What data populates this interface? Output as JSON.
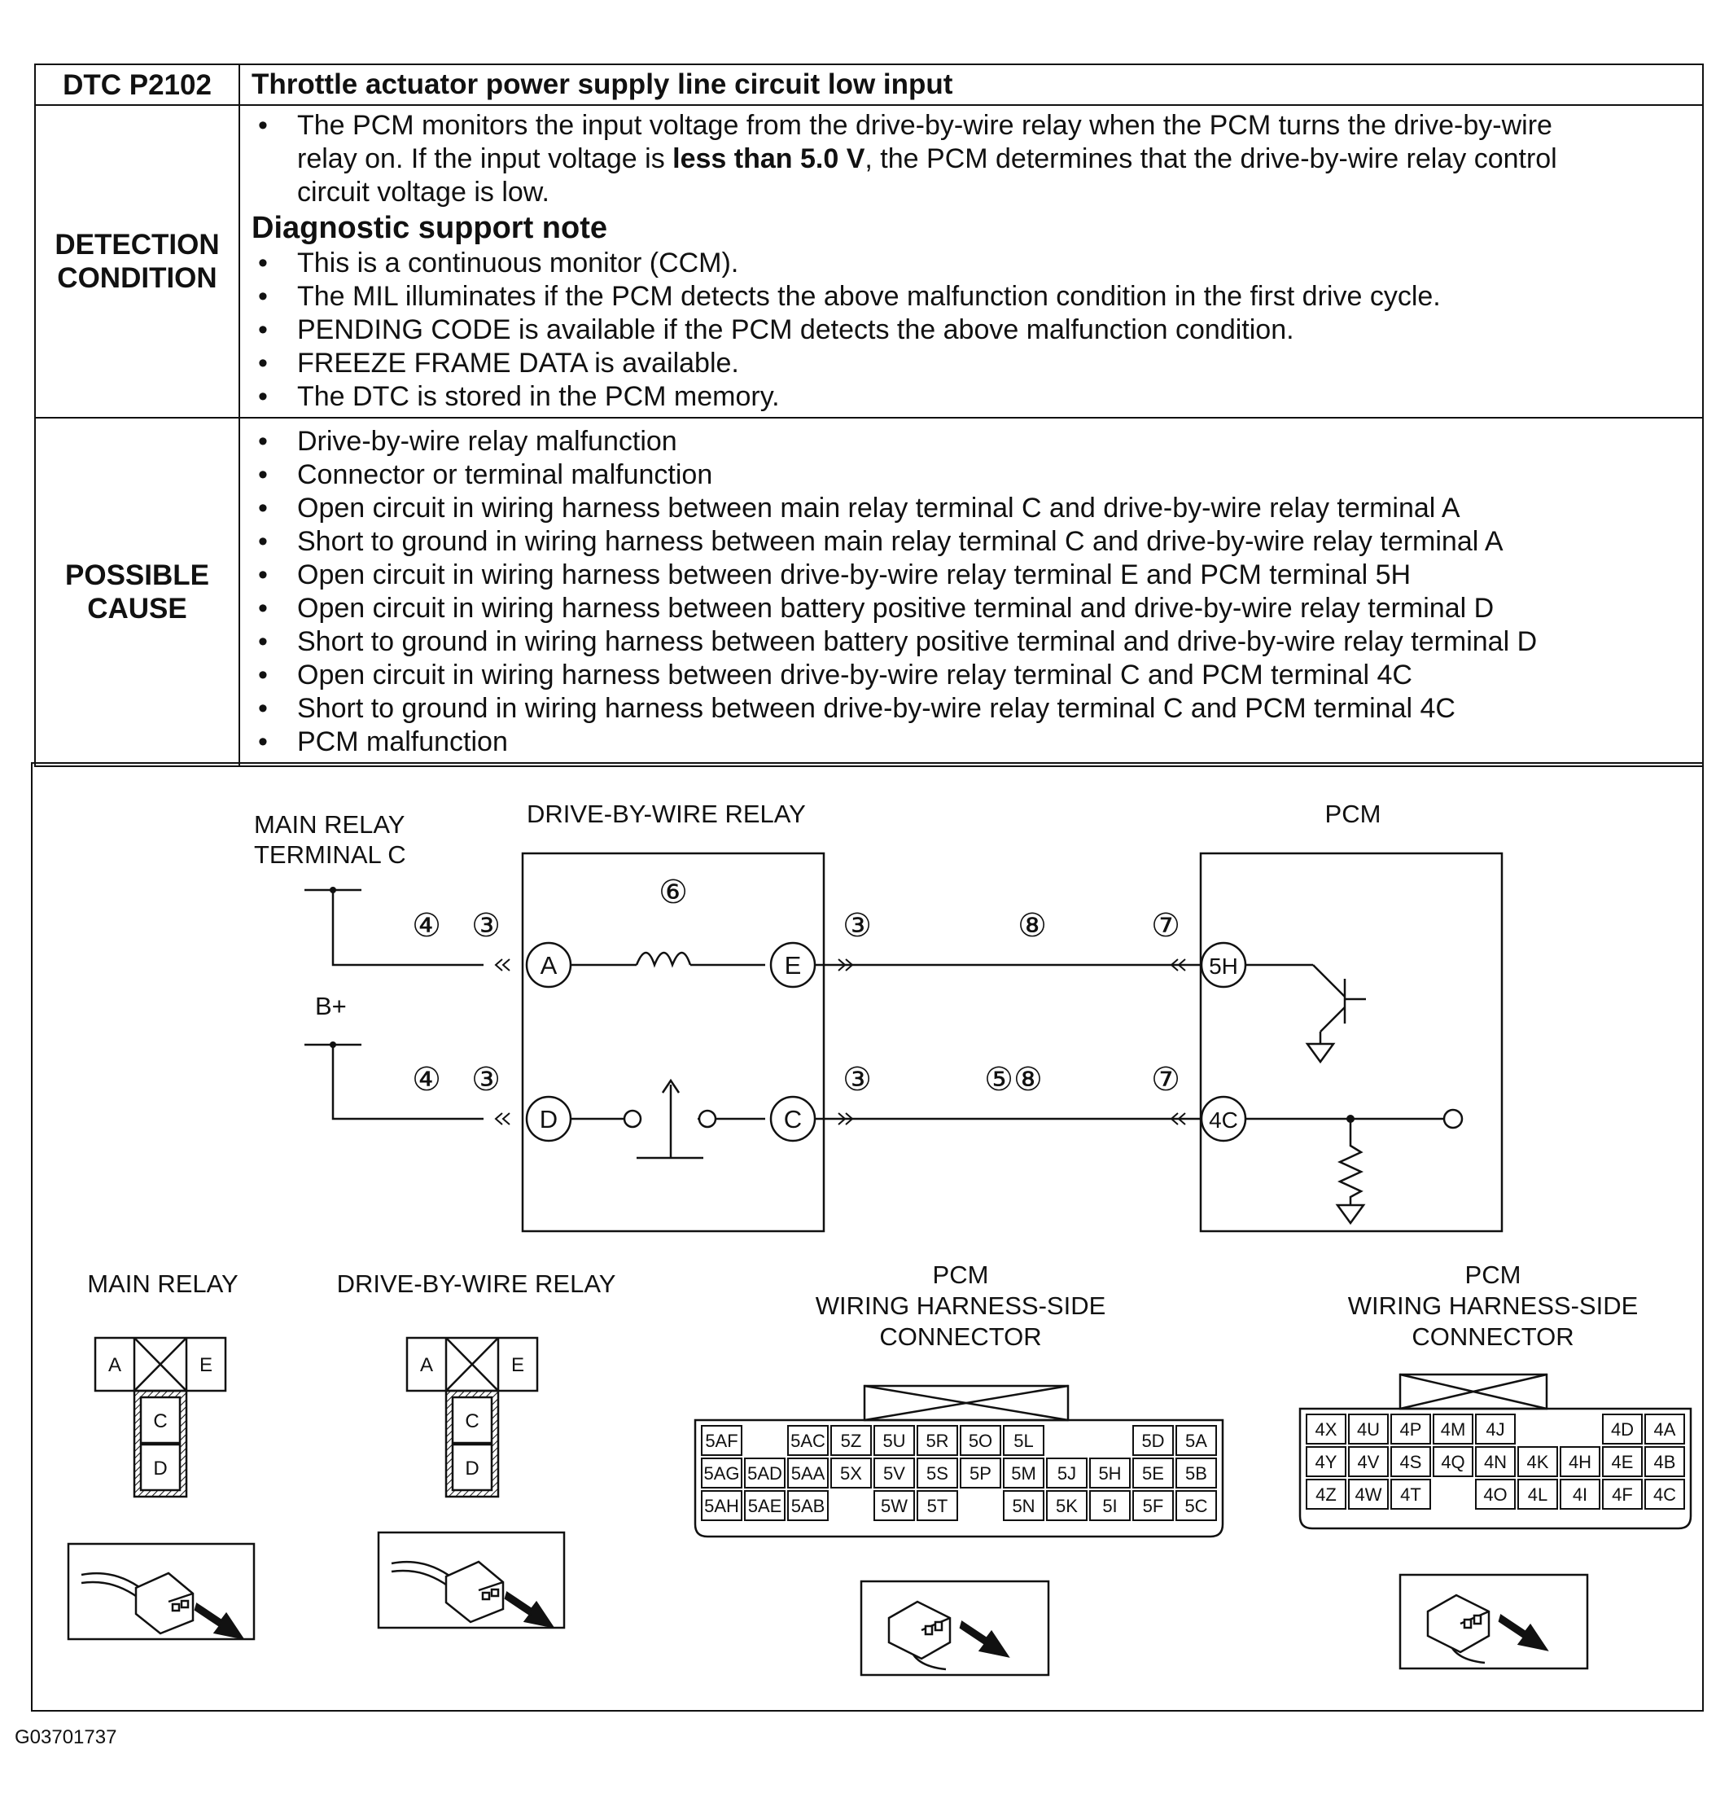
{
  "dtc_table": {
    "code": "DTC P2102",
    "title": "Throttle actuator power supply line circuit low input",
    "detection": {
      "label_line1": "DETECTION",
      "label_line2": "CONDITION",
      "intro_line1": "The PCM monitors the input voltage from the drive-by-wire relay when the PCM turns the drive-by-wire",
      "intro_line2_pre": "relay on. If the input voltage is ",
      "intro_line2_bold": "less than 5.0 V",
      "intro_line2_post": ", the PCM determines that the drive-by-wire relay control",
      "intro_line3": "circuit voltage is low.",
      "support_heading": "Diagnostic support note",
      "notes": [
        "This is a continuous monitor (CCM).",
        "The MIL illuminates if the PCM detects the above malfunction condition in the first drive cycle.",
        "PENDING CODE is available if the PCM detects the above malfunction condition.",
        "FREEZE FRAME DATA is available.",
        "The DTC is stored in the PCM memory."
      ]
    },
    "possible_cause": {
      "label_line1": "POSSIBLE",
      "label_line2": "CAUSE",
      "items": [
        "Drive-by-wire relay malfunction",
        "Connector or terminal malfunction",
        "Open circuit in wiring harness between main relay terminal C and drive-by-wire relay terminal A",
        "Short to ground in wiring harness between main relay terminal C and drive-by-wire relay terminal A",
        "Open circuit in wiring harness between drive-by-wire relay terminal E and PCM terminal 5H",
        "Open circuit in wiring harness between battery positive terminal and drive-by-wire relay terminal D",
        "Short to ground in wiring harness between battery positive terminal and drive-by-wire relay terminal D",
        "Open circuit in wiring harness between drive-by-wire relay terminal C and PCM terminal 4C",
        "Short to ground in wiring harness between drive-by-wire relay terminal C and PCM terminal 4C",
        "PCM malfunction"
      ]
    }
  },
  "schematic": {
    "main_relay_line1": "MAIN RELAY",
    "main_relay_line2": "TERMINAL C",
    "dbw_relay_title": "DRIVE-BY-WIRE RELAY",
    "pcm_title": "PCM",
    "b_plus": "B+",
    "terminals": {
      "a": "A",
      "e": "E",
      "d": "D",
      "c": "C",
      "pcm_5h": "5H",
      "pcm_4c": "4C"
    },
    "step_refs": {
      "top_left_1": "④",
      "top_left_2": "③",
      "coil": "⑥",
      "top_mid": "③",
      "top_wire": "⑧",
      "top_pcm": "⑦",
      "bot_left_1": "④",
      "bot_left_2": "③",
      "bot_mid": "③",
      "bot_wire": "⑤⑧",
      "bot_pcm": "⑦"
    }
  },
  "connectors": {
    "main_relay": {
      "title": "MAIN RELAY",
      "pins": [
        "A",
        "E",
        "C",
        "D"
      ]
    },
    "dbw_relay": {
      "title": "DRIVE-BY-WIRE RELAY",
      "pins": [
        "A",
        "E",
        "C",
        "D"
      ]
    },
    "pcm5": {
      "title_line1": "PCM",
      "title_line2": "WIRING HARNESS-SIDE",
      "title_line3": "CONNECTOR",
      "rows": [
        [
          "5AF",
          "",
          "5AC",
          "5Z",
          "5U",
          "5R",
          "5O",
          "5L",
          "",
          "",
          "5D",
          "5A"
        ],
        [
          "5AG",
          "5AD",
          "5AA",
          "5X",
          "5V",
          "5S",
          "5P",
          "5M",
          "5J",
          "5H",
          "5E",
          "5B"
        ],
        [
          "5AH",
          "5AE",
          "5AB",
          "",
          "5W",
          "5T",
          "",
          "5N",
          "5K",
          "5I",
          "5F",
          "5C"
        ]
      ]
    },
    "pcm4": {
      "title_line1": "PCM",
      "title_line2": "WIRING HARNESS-SIDE",
      "title_line3": "CONNECTOR",
      "rows": [
        [
          "4X",
          "4U",
          "4P",
          "4M",
          "4J",
          "",
          "",
          "4D",
          "4A"
        ],
        [
          "4Y",
          "4V",
          "4S",
          "4Q",
          "4N",
          "4K",
          "4H",
          "4E",
          "4B"
        ],
        [
          "4Z",
          "4W",
          "4T",
          "",
          "4O",
          "4L",
          "4I",
          "4F",
          "4C"
        ]
      ]
    }
  },
  "figure_id": "G03701737"
}
